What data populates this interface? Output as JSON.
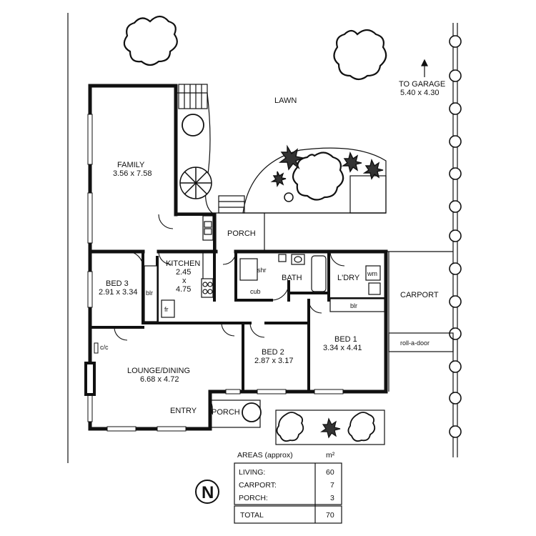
{
  "site": {
    "lawn": "LAWN",
    "to_garage": "TO GARAGE",
    "garage_dims": "5.40 x 4.30"
  },
  "rooms": {
    "family": {
      "name": "FAMILY",
      "dims": "3.56 x 7.58"
    },
    "kitchen": {
      "name": "KITCHEN",
      "dims_a": "2.45",
      "x": "x",
      "dims_b": "4.75"
    },
    "bed3": {
      "name": "BED 3",
      "dims": "2.91 x 3.34"
    },
    "bed2": {
      "name": "BED 2",
      "dims": "2.87 x 3.17"
    },
    "bed1": {
      "name": "BED 1",
      "dims": "3.34 x 4.41"
    },
    "lounge": {
      "name": "LOUNGE/DINING",
      "dims": "6.68 x 4.72"
    },
    "porch_rear": "PORCH",
    "porch_front": "PORCH",
    "entry": "ENTRY",
    "bath": "BATH",
    "laundry": "L'DRY",
    "carport": "CARPORT"
  },
  "fixtures": {
    "shr": "shr",
    "cub": "cub",
    "wm": "wm",
    "blr_bed3": "blr",
    "blr_bed1": "blr",
    "fr": "fr",
    "cc": "c/c",
    "roll_a_door": "roll-a-door"
  },
  "areas": {
    "title": "AREAS (approx)",
    "unit": "m²",
    "rows": [
      {
        "label": "LIVING:",
        "value": "60"
      },
      {
        "label": "CARPORT:",
        "value": "7"
      },
      {
        "label": "PORCH:",
        "value": "3"
      }
    ],
    "total_label": "TOTAL",
    "total_value": "70"
  },
  "compass": {
    "letter": "N"
  }
}
